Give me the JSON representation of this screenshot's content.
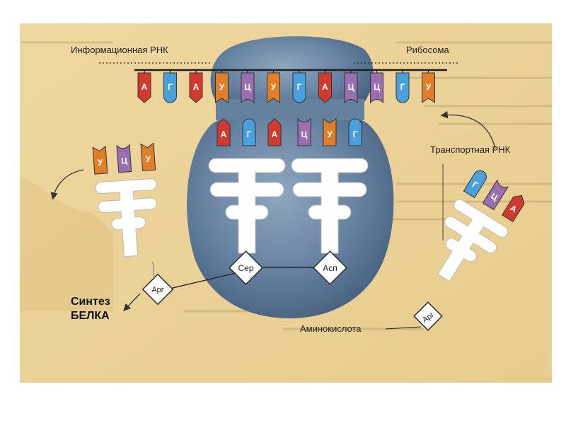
{
  "labels": {
    "mrna": "Информационная РНК",
    "ribosome": "Рибосома",
    "trna": "Транспортная РНК",
    "amino_acid": "Аминокислота",
    "synthesis_line1": "Синтез",
    "synthesis_line2": "БЕЛКА"
  },
  "codons": [
    "А",
    "Г",
    "А",
    "У",
    "Ц",
    "У",
    "Г",
    "А",
    "Ц",
    "Ц",
    "Г",
    "У"
  ],
  "trna_in_ribosome_left": [
    "А",
    "Г",
    "А"
  ],
  "trna_in_ribosome_right": [
    "Ц",
    "У",
    "Г"
  ],
  "trna_leaving": [
    "У",
    "Ц",
    "У"
  ],
  "trna_arriving": [
    "Г",
    "Ц",
    "А"
  ],
  "amino_acids": {
    "ser": "Сер",
    "asp": "Асп",
    "arg_chain": "Арг",
    "arg_incoming": "Арг"
  },
  "colors": {
    "A": "#d13a2e",
    "G": "#4aa0dc",
    "U": "#e07f2a",
    "C": "#9a6fb0",
    "ribosome": "#5f7a96",
    "background": "#ecd49a"
  }
}
